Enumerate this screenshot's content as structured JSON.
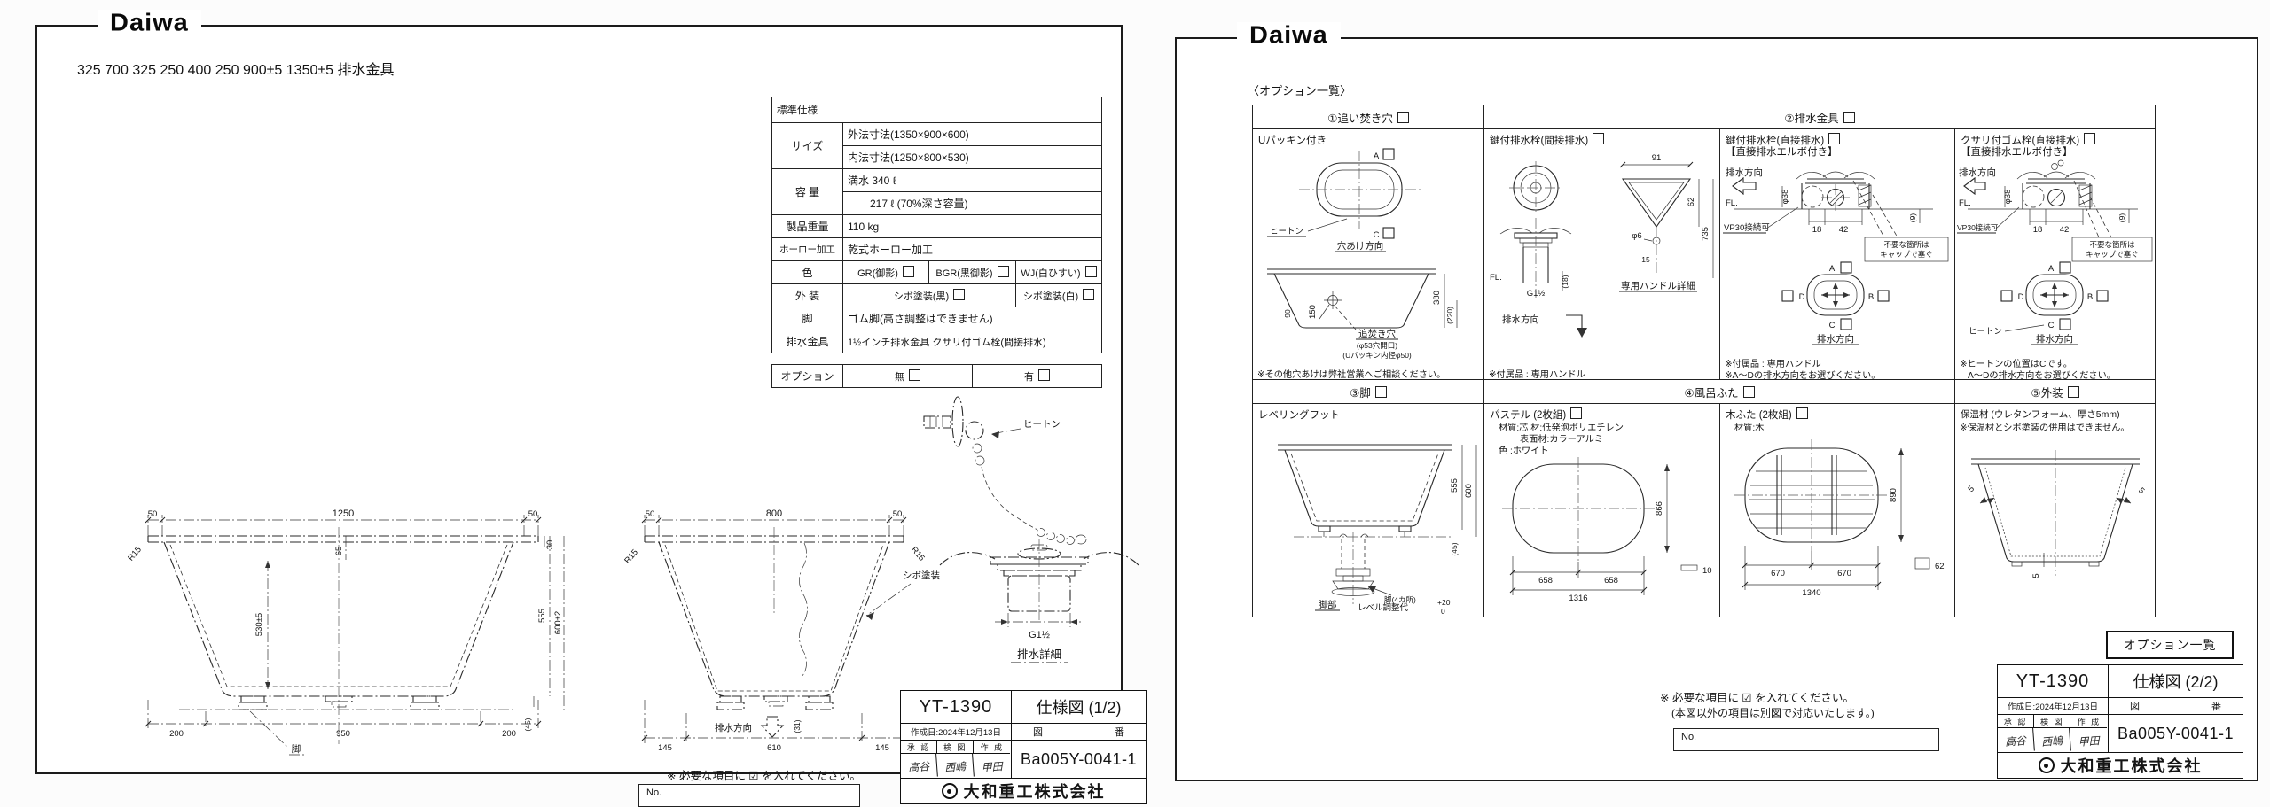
{
  "logo": "Daiwa",
  "tb1": {
    "model": "YT-1390",
    "sheet": "仕様図 (1/2)",
    "date": "作成日:2024年12月13日",
    "zu": "図",
    "ban": "番",
    "h_approve": "承 認",
    "h_check": "検 図",
    "h_create": "作 成",
    "s_approve": "高谷",
    "s_check": "西嶋",
    "s_create": "甲田",
    "dno": "Ba005Y-0041-1",
    "company": "大和重工株式会社"
  },
  "tb2": {
    "model": "YT-1390",
    "sheet": "仕様図 (2/2)",
    "date": "作成日:2024年12月13日",
    "zu": "図",
    "ban": "番",
    "h_approve": "承 認",
    "h_check": "検 図",
    "h_create": "作 成",
    "s_approve": "高谷",
    "s_check": "西嶋",
    "s_create": "甲田",
    "dno": "Ba005Y-0041-1",
    "company": "大和重工株式会社"
  },
  "p1": {
    "note": "※ 必要な項目に ☑ を入れてください。",
    "no_label": "No.",
    "spec": {
      "header": "標準仕様",
      "size_label": "サイズ",
      "size_outer": "外法寸法(1350×900×600)",
      "size_inner": "内法寸法(1250×800×530)",
      "cap_label": "容 量",
      "cap_full": "満水 340 ℓ",
      "cap_70": "217 ℓ (70%深さ容量)",
      "weight_label": "製品重量",
      "weight": "110 kg",
      "enamel_label": "ホーロー加工",
      "enamel": "乾式ホーロー加工",
      "color_label": "色",
      "color_gr": "GR(御影)",
      "color_bgr": "BGR(黒御影)",
      "color_wj": "WJ(白ひすい)",
      "ext_label": "外 装",
      "ext_black": "シボ塗装(黒)",
      "ext_white": "シボ塗装(白)",
      "leg_label": "脚",
      "leg": "ゴム脚(高さ調整はできません)",
      "drain_label": "排水金具",
      "drain": "1½インチ排水金具 クサリ付ゴム栓(間接排水)",
      "opt_label": "オプション",
      "opt_none": "無",
      "opt_yes": "有"
    },
    "top_view": {
      "d325l": "325",
      "d700": "700",
      "d325r": "325",
      "d250t": "250",
      "d400": "400",
      "d250b": "250",
      "d900": "900±5",
      "d1350": "1350±5",
      "drain_label": "排水金具"
    },
    "front_view": {
      "d50l": "50",
      "d1250": "1250",
      "d50r": "50",
      "r15": "R15",
      "d65": "65",
      "d30": "30",
      "d530": "530±5",
      "d555": "555",
      "d600": "600±2",
      "d45": "(45)",
      "d200l": "200",
      "d950": "950",
      "d200r": "200",
      "leg": "脚"
    },
    "end_view": {
      "d50l": "50",
      "d800": "800",
      "d50r": "50",
      "r15l": "R15",
      "r15r": "R15",
      "shibo": "シボ塗装",
      "drain_dir": "排水方向",
      "d31": "(31)",
      "d145l": "145",
      "d610": "610",
      "d145r": "145"
    },
    "drain_detail": {
      "heaton": "ヒートン",
      "g": "G1½",
      "caption": "排水詳細"
    }
  },
  "p2": {
    "header": "〈オプション一覧〉",
    "opt_box": "オプション一覧",
    "note1": "※ 必要な項目に ☑ を入れてください。",
    "note2": "(本図以外の項目は別図で対応いたします。)",
    "no_label": "No.",
    "table": {
      "h1a": "①追い焚き穴",
      "h1b": "②排水金具",
      "h2a": "③脚",
      "h2b": "④風呂ふた",
      "h2c": "⑤外装",
      "c1": {
        "title": "Uパッキン付き",
        "a": "A",
        "c": "C",
        "heaton": "ヒートン",
        "dir": "穴あけ方向",
        "d150": "150",
        "d90": "90",
        "d380": "380",
        "d220": "(220)",
        "hole1": "追焚き穴",
        "hole2": "(φ53穴開口)",
        "hole3": "(Uパッキン内径φ50)",
        "note": "※その他穴あけは弊社営業へご相談ください。"
      },
      "c2": {
        "title": "鍵付排水栓(間接排水)",
        "d91": "91",
        "d62": "62",
        "d735": "735",
        "phi6": "φ6",
        "d15": "15",
        "fl": "FL.",
        "g": "G1½",
        "d18": "(18)",
        "dir": "排水方向",
        "handle": "専用ハンドル詳細",
        "note": "※付属品 : 専用ハンドル"
      },
      "c3": {
        "title1": "鍵付排水栓(直接排水)",
        "title2": "【直接排水エルボ付き】",
        "dir": "排水方向",
        "fl": "FL.",
        "phi38": "φ38",
        "vp": "VP30接続可",
        "d18": "18",
        "d42": "42",
        "d9": "(9)",
        "cap1": "不要な箇所は",
        "cap2": "キャップで塞ぐ",
        "a": "A",
        "b": "B",
        "c": "C",
        "d": "D",
        "dir2": "排水方向",
        "note1": "※付属品 : 専用ハンドル",
        "note2": "※A〜Dの排水方向をお選びください。"
      },
      "c4": {
        "title1": "クサリ付ゴム栓(直接排水)",
        "title2": "【直接排水エルボ付き】",
        "dir": "排水方向",
        "fl": "FL.",
        "phi38": "φ38",
        "vp": "VP30接続可",
        "d18": "18",
        "d42": "42",
        "d9": "(9)",
        "cap1": "不要な箇所は",
        "cap2": "キャップで塞ぐ",
        "a": "A",
        "b": "B",
        "c": "C",
        "d": "D",
        "heaton": "ヒートン",
        "dir2": "排水方向",
        "note1": "※ヒートンの位置はCです。",
        "note2": "A〜Dの排水方向をお選びください。"
      },
      "c5": {
        "title": "レベリングフット",
        "d555": "555",
        "d600": "600",
        "d45": "(45)",
        "foot": "脚部",
        "foot4": "脚(4カ所)",
        "level": "レベル調整代",
        "tol_up": "+20",
        "tol_dn": "0"
      },
      "c6": {
        "title": "パステル (2枚組)",
        "mat1": "材質:芯 材:低発泡ポリエチレン",
        "mat2": "表面材:カラーアルミ",
        "mat3": "色 :ホワイト",
        "d866": "866",
        "d658l": "658",
        "d658r": "658",
        "d1316": "1316",
        "d10": "10"
      },
      "c7": {
        "title": "木ふた (2枚組)",
        "mat": "材質:木",
        "d890": "890",
        "d670l": "670",
        "d670r": "670",
        "d1340": "1340",
        "d62": "62"
      },
      "c8": {
        "title": "保温材 (ウレタンフォーム、厚さ5mm)",
        "note": "※保温材とシボ塗装の併用はできません。",
        "d5a": "5",
        "d5b": "5",
        "d5c": "5"
      }
    }
  }
}
